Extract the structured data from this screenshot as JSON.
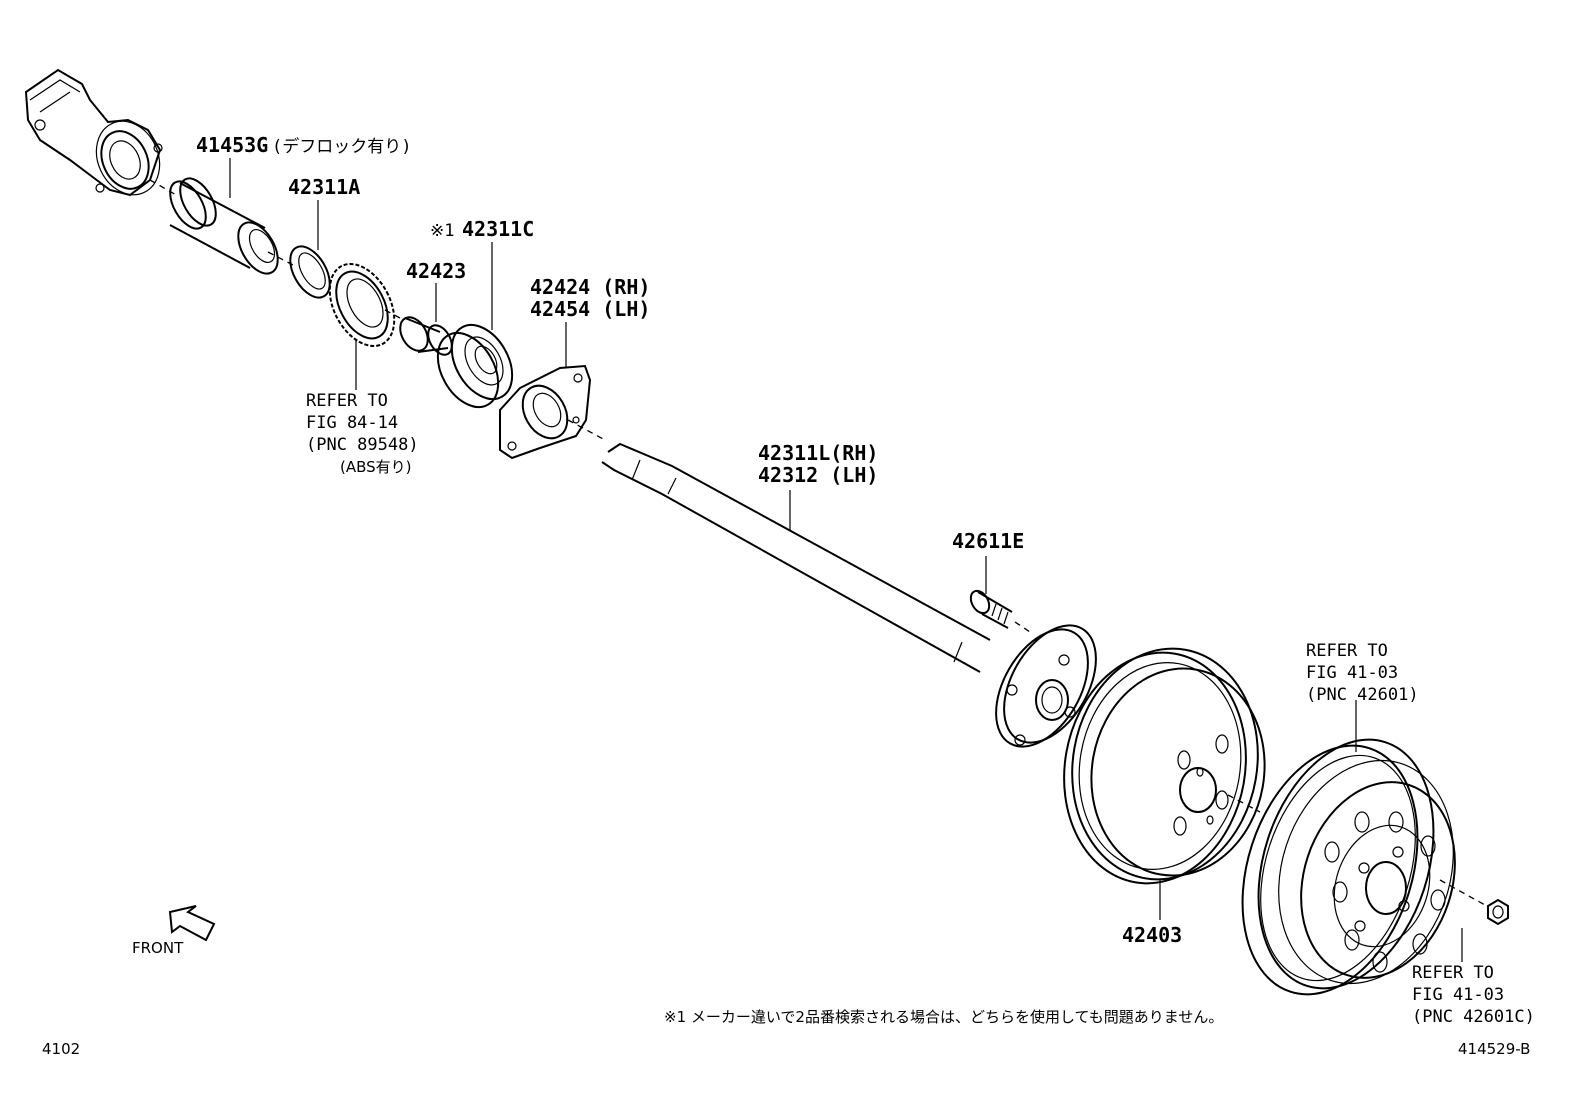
{
  "labels": {
    "housing_part": "41453G",
    "housing_note": "(デフロック有り)",
    "oil_seal": "42311A",
    "bearing_note_mark": "※1",
    "bearing": "42311C",
    "retainer": "42423",
    "plate_rh": "42424 (RH)",
    "plate_lh": "42454 (LH)",
    "sensor_ref_line1": "REFER TO",
    "sensor_ref_line2": "FIG 84-14",
    "sensor_ref_line3": "(PNC 89548)",
    "sensor_ref_note": "(ABS有り)",
    "shaft_rh": "42311L(RH)",
    "shaft_lh": "42312 (LH)",
    "hub_bolt": "42611E",
    "drum": "42403",
    "wheel_ref_line1": "REFER TO",
    "wheel_ref_line2": "FIG 41-03",
    "wheel_ref_line3": "(PNC 42601)",
    "nut_ref_line1": "REFER TO",
    "nut_ref_line2": "FIG 41-03",
    "nut_ref_line3": "(PNC 42601C)",
    "front": "FRONT",
    "footnote": "※1 メーカー違いで2品番検索される場合は、どちらを使用しても問題ありません。",
    "page_code": "4102",
    "figure_code": "414529-B"
  }
}
